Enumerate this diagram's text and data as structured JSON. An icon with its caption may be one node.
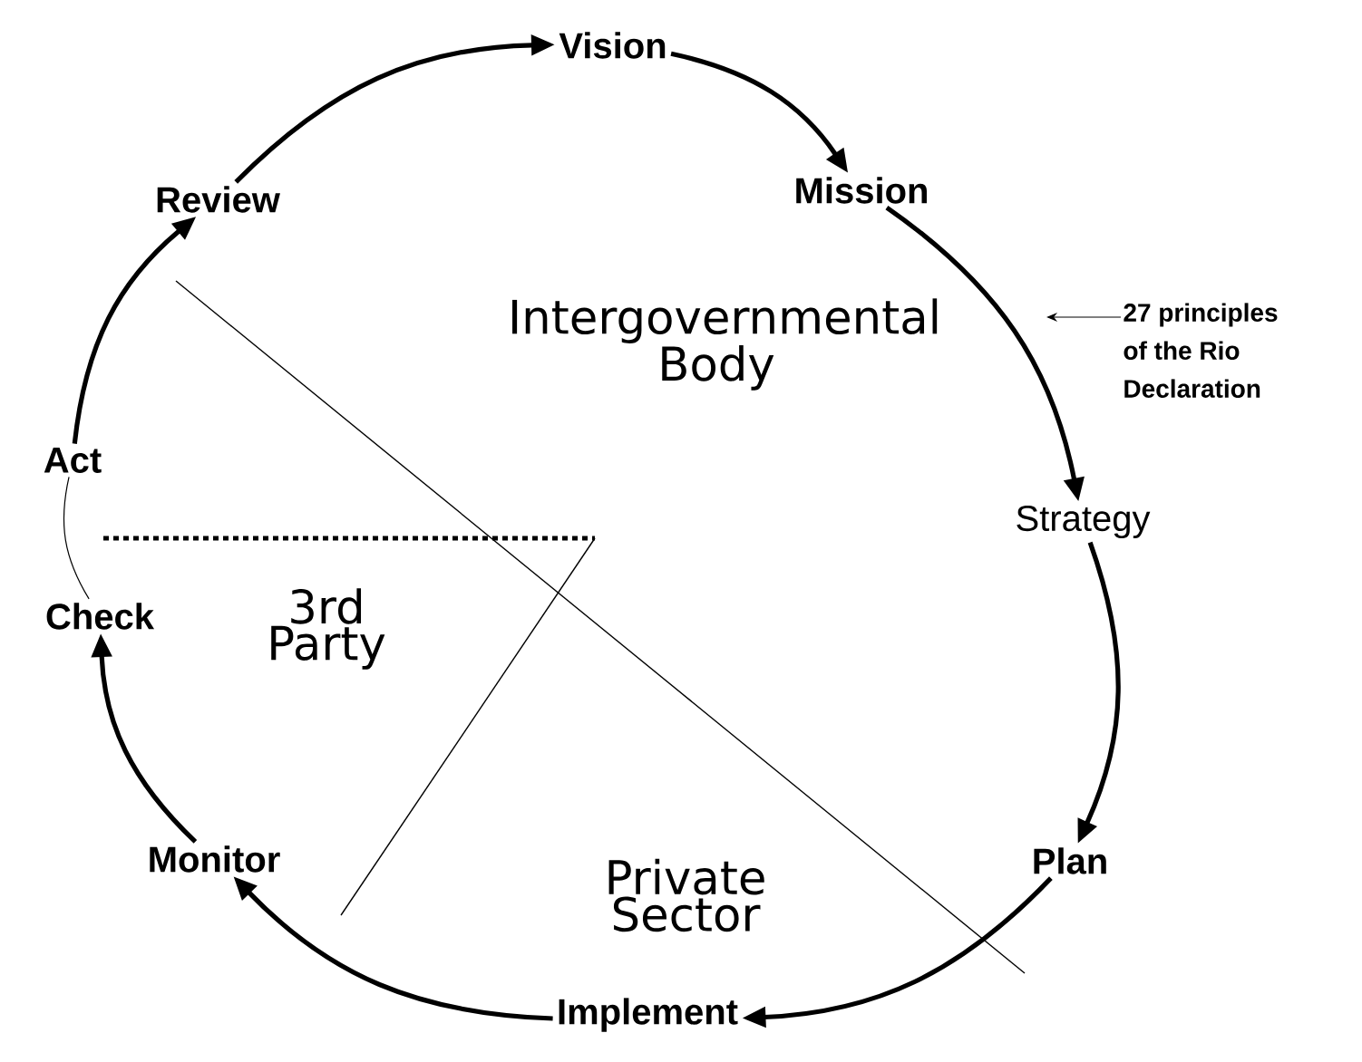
{
  "diagram": {
    "nodes": [
      {
        "text": [
          "Vision"
        ]
      },
      {
        "text": [
          "Mission"
        ]
      },
      {
        "text": [
          "Strategy"
        ]
      },
      {
        "text": [
          "Plan"
        ]
      },
      {
        "text": [
          "Implement"
        ]
      },
      {
        "text": [
          "Monitor"
        ]
      },
      {
        "text": [
          "Check"
        ]
      },
      {
        "text": [
          "Act"
        ]
      },
      {
        "text": [
          "Review"
        ]
      },
      {
        "text": [
          "27 principles of the Rio Declaration"
        ]
      }
    ],
    "edges": [
      {
        "from": 0,
        "to": 1,
        "arrow": "to"
      },
      {
        "from": 1,
        "to": 2,
        "arrow": "to"
      },
      {
        "from": 2,
        "to": 3,
        "arrow": "to"
      },
      {
        "from": 3,
        "to": 4,
        "arrow": "to"
      },
      {
        "from": 4,
        "to": 5,
        "arrow": "to"
      },
      {
        "from": 5,
        "to": 6,
        "arrow": "to"
      },
      {
        "from": 6,
        "to": 7,
        "arrow": "none"
      },
      {
        "from": 7,
        "to": 8,
        "arrow": "to"
      },
      {
        "from": 8,
        "to": 0,
        "arrow": "to"
      },
      {
        "from": 9,
        "to": null,
        "arrow": "to"
      }
    ],
    "labels": [
      "Intergovernmental Body",
      "3rd Party",
      "Private Sector"
    ]
  }
}
